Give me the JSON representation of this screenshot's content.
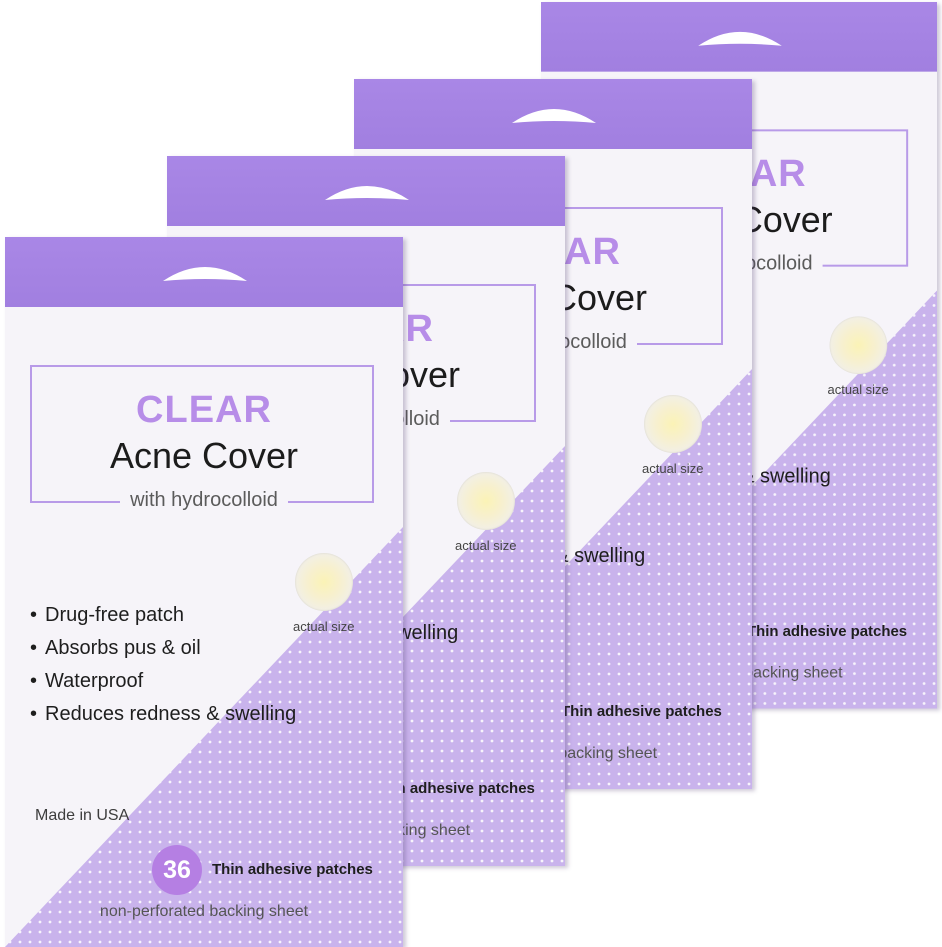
{
  "product": {
    "brand_line": "CLEAR",
    "name": "Acne Cover",
    "subtitle": "with hydrocolloid",
    "features": [
      "Drug-free patch",
      "Absorbs pus & oil",
      "Waterproof",
      "Reduces redness & swelling"
    ],
    "patch_caption": "actual size",
    "origin": "Made in USA",
    "count": "36",
    "count_label": "Thin adhesive patches",
    "backing": "non-perforated backing sheet"
  },
  "pack_count": 4,
  "colors": {
    "header": "#a584e3",
    "accent_text": "#b78de8",
    "badge": "#b57fe3",
    "pattern": "#c9b3ec",
    "card": "#f6f4f9"
  }
}
